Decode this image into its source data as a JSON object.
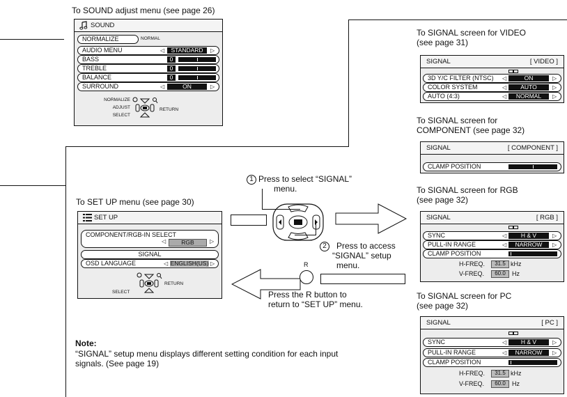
{
  "sound": {
    "caption": "To SOUND adjust menu (see page 26)",
    "title": "SOUND",
    "normalize": "NORMALIZE",
    "normal_tag": "NORMAL",
    "rows": [
      {
        "label": "AUDIO MENU",
        "value": "STANDARD"
      },
      {
        "label": "BASS",
        "value": "0"
      },
      {
        "label": "TREBLE",
        "value": "0"
      },
      {
        "label": "BALANCE",
        "value": "0"
      },
      {
        "label": "SURROUND",
        "value": "ON"
      }
    ],
    "ctrl_left": [
      "NORMALIZE",
      "ADJUST",
      "SELECT"
    ],
    "ctrl_right": "RETURN"
  },
  "video": {
    "caption": [
      "To SIGNAL screen for VIDEO",
      "(see page 31)"
    ],
    "title": "SIGNAL",
    "tag": "[ VIDEO ]",
    "rows": [
      {
        "label": "3D Y/C FILTER (NTSC)",
        "value": "ON"
      },
      {
        "label": "COLOR SYSTEM",
        "value": "AUTO"
      },
      {
        "label": "AUTO (4:3)",
        "value": "NORMAL"
      }
    ]
  },
  "component": {
    "caption": [
      "To SIGNAL screen for",
      "COMPONENT (see page 32)"
    ],
    "title": "SIGNAL",
    "tag": "[ COMPONENT ]",
    "row": "CLAMP POSITION"
  },
  "rgb": {
    "caption": [
      "To SIGNAL screen for RGB",
      "(see page 32)"
    ],
    "title": "SIGNAL",
    "tag": "[ RGB ]",
    "rows": [
      {
        "label": "SYNC",
        "value": "H & V"
      },
      {
        "label": "PULL-IN RANGE",
        "value": "NARROW"
      }
    ],
    "clamp": "CLAMP POSITION",
    "hfreq_label": "H-FREQ.",
    "hfreq_value": "31.5",
    "hfreq_unit": "kHz",
    "vfreq_label": "V-FREQ.",
    "vfreq_value": "60.0",
    "vfreq_unit": "Hz"
  },
  "pc": {
    "caption": [
      "To SIGNAL screen for PC",
      "(see page 32)"
    ],
    "title": "SIGNAL",
    "tag": "[ PC ]",
    "rows": [
      {
        "label": "SYNC",
        "value": "H & V"
      },
      {
        "label": "PULL-IN RANGE",
        "value": "NARROW"
      }
    ],
    "clamp": "CLAMP POSITION",
    "hfreq_label": "H-FREQ.",
    "hfreq_value": "31.5",
    "hfreq_unit": "kHz",
    "vfreq_label": "V-FREQ.",
    "vfreq_value": "60.0",
    "vfreq_unit": "Hz"
  },
  "setup": {
    "caption": "To SET UP menu (see page 30)",
    "title": "SET UP",
    "comp_label": "COMPONENT/RGB-IN SELECT",
    "comp_value": "RGB",
    "signal": "SIGNAL",
    "osd_label": "OSD LANGUAGE",
    "osd_value": "ENGLISH(US)",
    "ctrl_left": "SELECT",
    "ctrl_right": "RETURN"
  },
  "remote": {
    "step1_num": "1",
    "step1": [
      "Press to select “SIGNAL”",
      "menu."
    ],
    "step2_num": "2",
    "step2": [
      "Press to access",
      "“SIGNAL” setup",
      "menu."
    ],
    "r_label": "R",
    "r_text": [
      "Press the R button to",
      "return to “SET UP” menu."
    ]
  },
  "note": {
    "title": "Note:",
    "lines": [
      "“SIGNAL” setup menu displays different setting condition for each input",
      "signals. (See page 19)"
    ]
  },
  "icons": [
    "music-note-icon",
    "menu-list-icon",
    "arrow-right-icon",
    "arrow-left-icon",
    "remote-pad-icon",
    "r-button-icon"
  ]
}
